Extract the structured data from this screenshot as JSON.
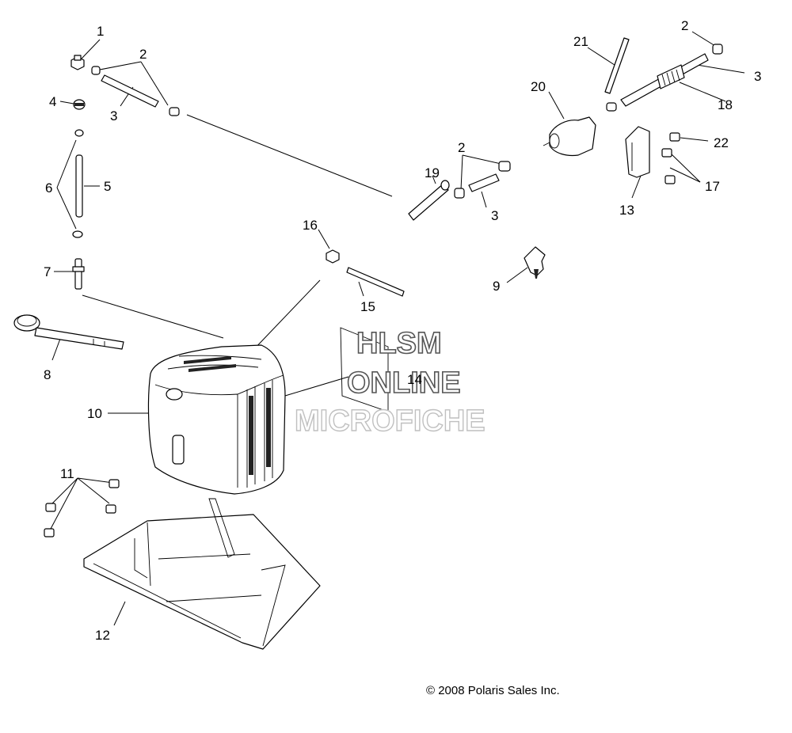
{
  "labels": {
    "p1": "1",
    "p2a": "2",
    "p3a": "3",
    "p4": "4",
    "p5": "5",
    "p6": "6",
    "p7": "7",
    "p8": "8",
    "p9": "9",
    "p10": "10",
    "p11": "11",
    "p12": "12",
    "p13": "13",
    "p14": "14",
    "p15": "15",
    "p16": "16",
    "p17": "17",
    "p18": "18",
    "p19": "19",
    "p20": "20",
    "p21": "21",
    "p22": "22",
    "p2b": "2",
    "p3b": "3",
    "p2c": "2",
    "p3c": "3"
  },
  "watermark": {
    "line1": "HLSM",
    "line2": "ONLINE",
    "line3": "MICROFICHE"
  },
  "copyright": "© 2008 Polaris Sales Inc."
}
